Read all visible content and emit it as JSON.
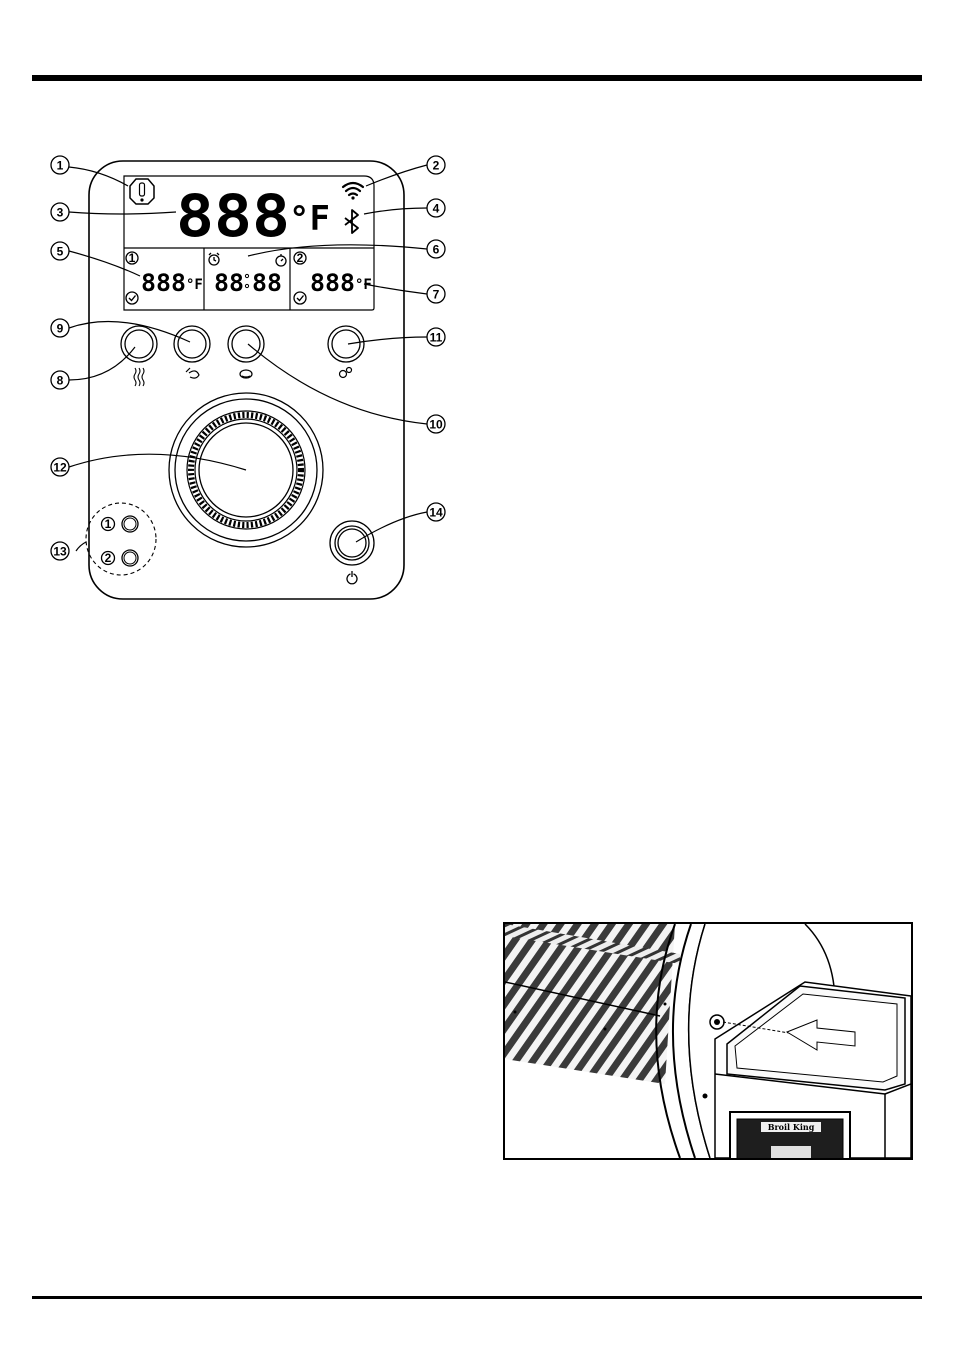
{
  "control_panel_figure": {
    "main_display": {
      "digits": "888",
      "unit": "°F"
    },
    "probe_1": {
      "number": "1",
      "digits": "888",
      "unit": "°F"
    },
    "timer": {
      "hours": "88",
      "minutes": "88"
    },
    "probe_2": {
      "number": "2",
      "digits": "888",
      "unit": "°F"
    },
    "probe_ports": [
      {
        "number": "1"
      },
      {
        "number": "2"
      }
    ],
    "callouts": [
      "1",
      "2",
      "3",
      "4",
      "5",
      "6",
      "7",
      "8",
      "9",
      "10",
      "11",
      "12",
      "13",
      "14"
    ],
    "icons": {
      "alert": "alert-icon",
      "wifi": "wifi-icon",
      "bluetooth": "bluetooth-icon",
      "alarm": "alarm-clock-icon",
      "stopwatch": "stopwatch-icon",
      "check": "check-icon",
      "grill_heat": "heat-icon",
      "timer_button": "timer-icon",
      "meat_button": "meat-icon",
      "settings_button": "gears-icon",
      "power_button": "power-icon"
    }
  },
  "photo": {
    "brand_plate": "Broil King"
  }
}
